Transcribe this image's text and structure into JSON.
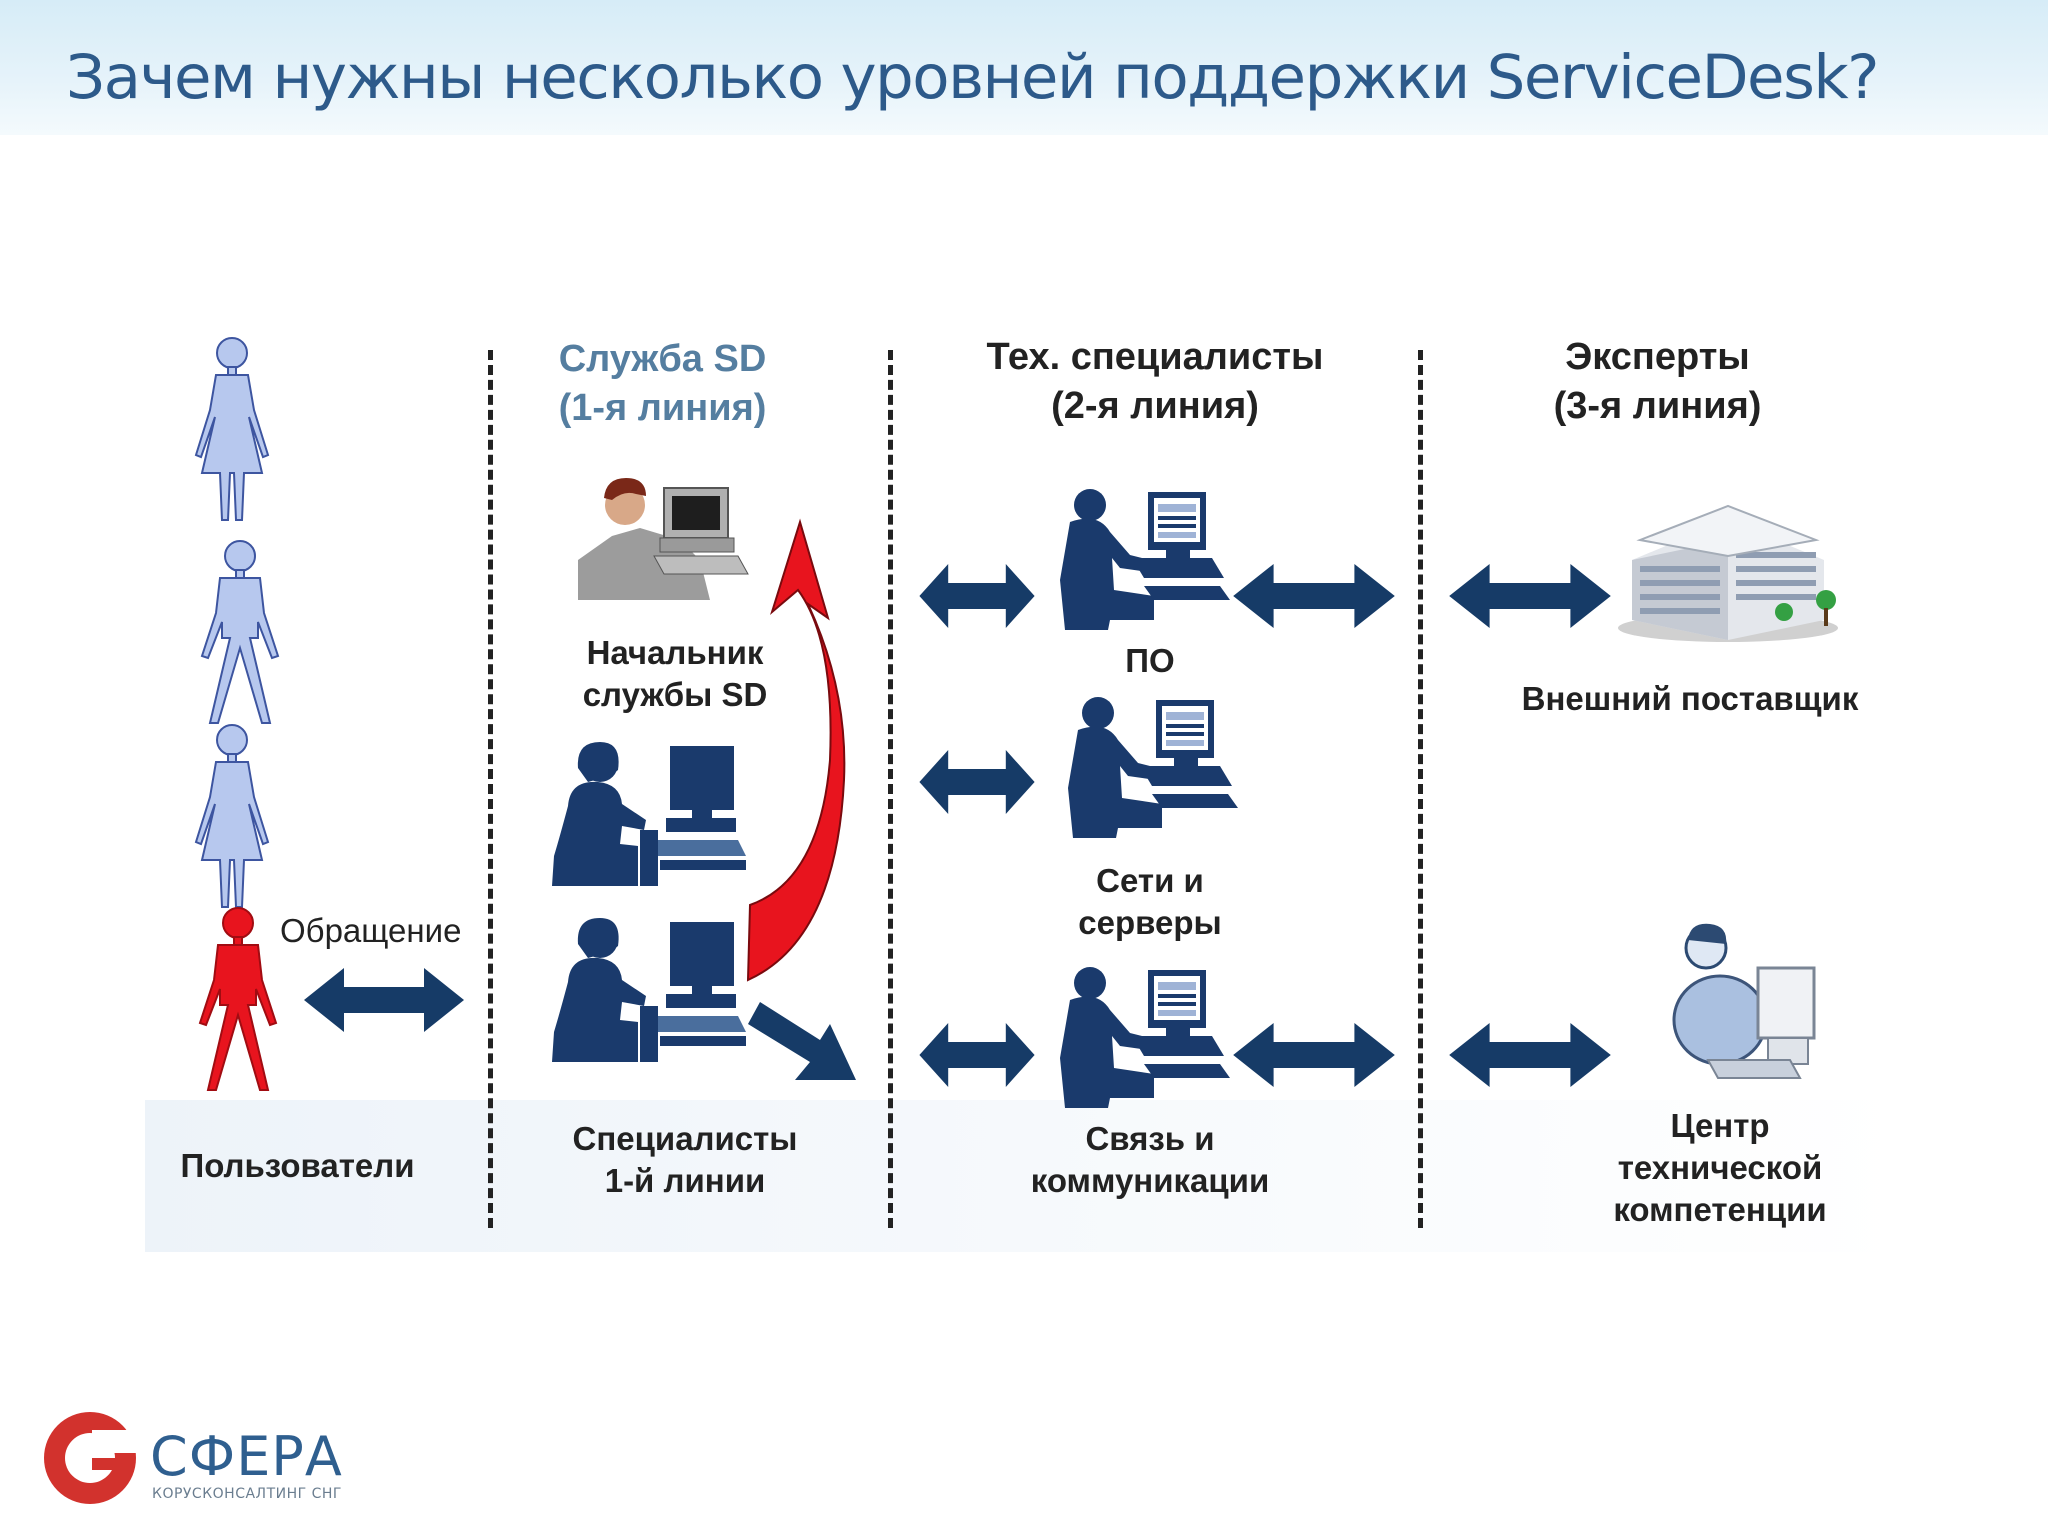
{
  "slide": {
    "title": "Зачем нужны несколько уровней поддержки ServiceDesk?"
  },
  "columns": {
    "users": {
      "label": "Пользователи",
      "appeal": "Обращение"
    },
    "first_line": {
      "header": [
        "Служба SD",
        "(1-я линия)"
      ],
      "head_label": [
        "Начальник",
        "службы SD"
      ],
      "specialists_label": [
        "Специалисты",
        "1-й линии"
      ]
    },
    "second_line": {
      "header": [
        "Тех. специалисты",
        "(2-я линия)"
      ],
      "groups": [
        {
          "label": [
            "ПО"
          ]
        },
        {
          "label": [
            "Сети и",
            "серверы"
          ]
        },
        {
          "label": [
            "Связь и",
            "коммуникации"
          ]
        }
      ]
    },
    "third_line": {
      "header": [
        "Эксперты",
        "(3-я линия)"
      ],
      "items": [
        {
          "label": [
            "Внешний поставщик"
          ]
        },
        {
          "label": [
            "Центр",
            "технической",
            "компетенции"
          ]
        }
      ]
    }
  },
  "logo": {
    "name": "СФЕРА",
    "subtitle": "КОРУСКОНСАЛТИНГ СНГ"
  },
  "colors": {
    "title": "#2d5a8a",
    "arrow": "#163b67",
    "escalation_arrow": "#e8141e",
    "user_female": "#b7c8ee",
    "user_active": "#e8141e",
    "worker": "#1a3a6c",
    "logo_red": "#d2322d"
  }
}
